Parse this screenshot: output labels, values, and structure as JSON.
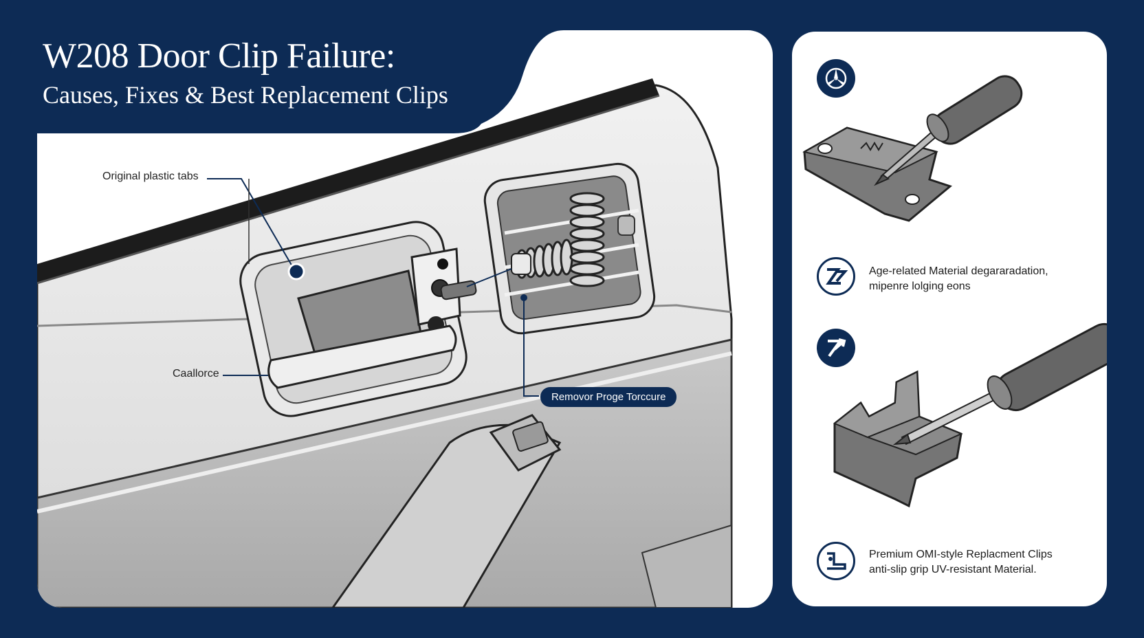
{
  "title": {
    "main": "W208 Door Clip Failure:",
    "sub": "Causes, Fixes & Best Replacement Clips"
  },
  "callouts": {
    "tabs": "Original plastic tabs",
    "handle": "Caallorce",
    "remove": "Removor Proge Torccure"
  },
  "right": {
    "badges": [
      "mercedes-star-icon",
      "wear-icon",
      "repair-arrow-icon",
      "clip-icon"
    ],
    "cause_line1": "Age-related Material degararadation,",
    "cause_line2": "mipenre lolging eons",
    "fix_line1": "Premium OMI-style Replacment Clips",
    "fix_line2": "anti-slip grip UV-resistant Material."
  },
  "colors": {
    "navy": "#0d2b55",
    "panel": "#ffffff",
    "metal": "#6f6f6f"
  }
}
